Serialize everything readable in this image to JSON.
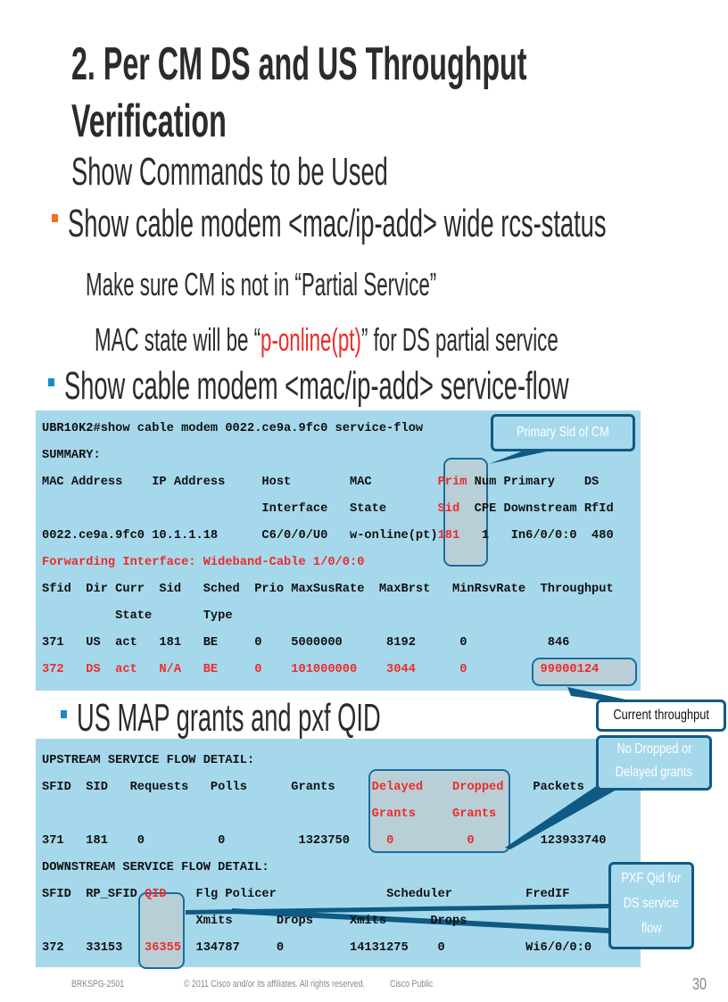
{
  "title_line1": "2. Per CM DS and US Throughput",
  "title_line2": "Verification",
  "subtitle": "Show Commands to be Used",
  "bullets": [
    {
      "text": "Show cable modem <mac/ip-add> wide rcs-status",
      "color": "#f07020"
    },
    {
      "text": "Show cable modem <mac/ip-add> service-flow",
      "color": "#1a8ac8"
    },
    {
      "text": "US MAP grants and pxf QID",
      "color": "#1a8ac8"
    }
  ],
  "sub1": "Make sure CM is not in “Partial Service”",
  "sub2": {
    "pre": "MAC state will be “",
    "red": "p-online(pt)",
    "post": "” for DS partial service"
  },
  "panel1": {
    "cmd": "UBR10K2#show cable modem 0022.ce9a.9fc0 service-flow",
    "summary": "SUMMARY:",
    "h1a": "MAC Address    IP Address     Host        MAC         ",
    "h1b": "Prim",
    "h1c": " Num Primary    DS",
    "h2a": "                              Interface   State       ",
    "h2b": "Sid ",
    "h2c": " CPE Downstream RfId",
    "r1a": "0022.ce9a.9fc0 10.1.1.18      C6/0/0/U0   w-online(pt)",
    "r1b": "181 ",
    "r1c": "  1   In6/0/0:0  480",
    "fwd": "Forwarding Interface: Wideband-Cable 1/0/0:0",
    "sh1": "Sfid  Dir Curr  Sid   Sched  Prio MaxSusRate  MaxBrst   MinRsvRate  Throughput",
    "sh2": "          State       Type",
    "s371": "371   US  act   181   BE     0    5000000      8192      0           846",
    "s372": "372   DS  act   N/A   BE     0    101000000    3044      0          99000124"
  },
  "panel2": {
    "us_title": "UPSTREAM SERVICE FLOW DETAIL:",
    "uh1a": "SFID  SID   Requests   Polls      Grants     ",
    "uh1b": "Delayed    Dropped",
    "uh1c": "    Packets",
    "uh2": "                                             Grants     Grants",
    "ur1a": "371   181    0          0          1323750     ",
    "ur1b": "0          0",
    "ur1c": "         123933740",
    "ds_title": "DOWNSTREAM SERVICE FLOW DETAIL:",
    "dh1a": "SFID  RP_SFID ",
    "dh1b": "QID",
    "dh1c": "    Flg Policer               Scheduler          FredIF",
    "dh2": "                     Xmits      Drops     Xmits      Drops",
    "dr1a": "372   33153   ",
    "dr1b": "36355",
    "dr1c": "  134787     0         14131275    0           Wi6/0/0:0"
  },
  "callouts": {
    "primary_sid": "Primary Sid of CM",
    "current_throughput": "Current throughput",
    "no_dropped_1": "No Dropped or",
    "no_dropped_2": "Delayed grants",
    "pxf_1": "PXF Qid for",
    "pxf_2": "DS service",
    "pxf_3": "flow"
  },
  "footer": {
    "session": "BRKSPG-2501",
    "copyright": "© 2011 Cisco and/or its affiliates. All rights reserved.",
    "classification": "Cisco Public",
    "page_number": "30"
  },
  "colors": {
    "panel": "#a6d8ec",
    "highlight_red": "#ee2a2a",
    "callout_border": "#0f5a82"
  }
}
